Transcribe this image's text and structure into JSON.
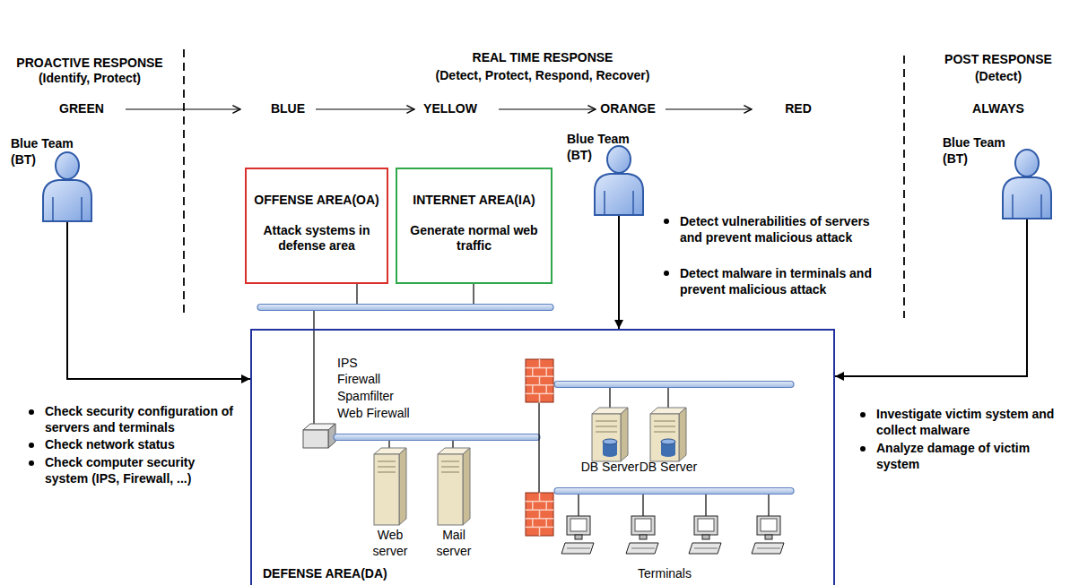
{
  "diagram": {
    "nodes": [
      {
        "text": [
          "Blue Team (BT)"
        ]
      },
      {
        "text": [
          "OFFENSE AREA(OA)",
          "Attack systems in defense area"
        ]
      },
      {
        "text": [
          "INTERNET AREA(IA)",
          "Generate normal web traffic"
        ]
      },
      {
        "text": [
          "Blue Team (BT)"
        ]
      },
      {
        "text": [
          "Blue Team (BT)"
        ]
      },
      {
        "text": [
          "DEFENSE AREA(DA)"
        ]
      }
    ],
    "edges": [
      {
        "from": 0,
        "to": 5,
        "arrow": "to"
      },
      {
        "from": 3,
        "to": 5,
        "arrow": "to"
      },
      {
        "from": 4,
        "to": 5,
        "arrow": "to"
      }
    ],
    "labels": [
      "PROACTIVE RESPONSE",
      "(Identify, Protect)",
      "REAL TIME RESPONSE",
      "(Detect, Protect, Respond, Recover)",
      "POST RESPONSE",
      "(Detect)",
      "GREEN",
      "BLUE",
      "YELLOW",
      "ORANGE",
      "RED",
      "ALWAYS",
      "Check security configuration of servers and terminals",
      "Check network status",
      "Check computer security system (IPS, Firewall, ...)",
      "Detect vulnerabilities of servers and prevent malicious attack",
      "Detect malware in terminals and prevent malicious attack",
      "Investigate victim system and collect malware",
      "Analyze damage of victim system",
      "IPS",
      "Firewall",
      "Spamfilter",
      "Web Firewall",
      "Web server",
      "Mail server",
      "DB Server",
      "DB Server",
      "Terminals"
    ]
  }
}
